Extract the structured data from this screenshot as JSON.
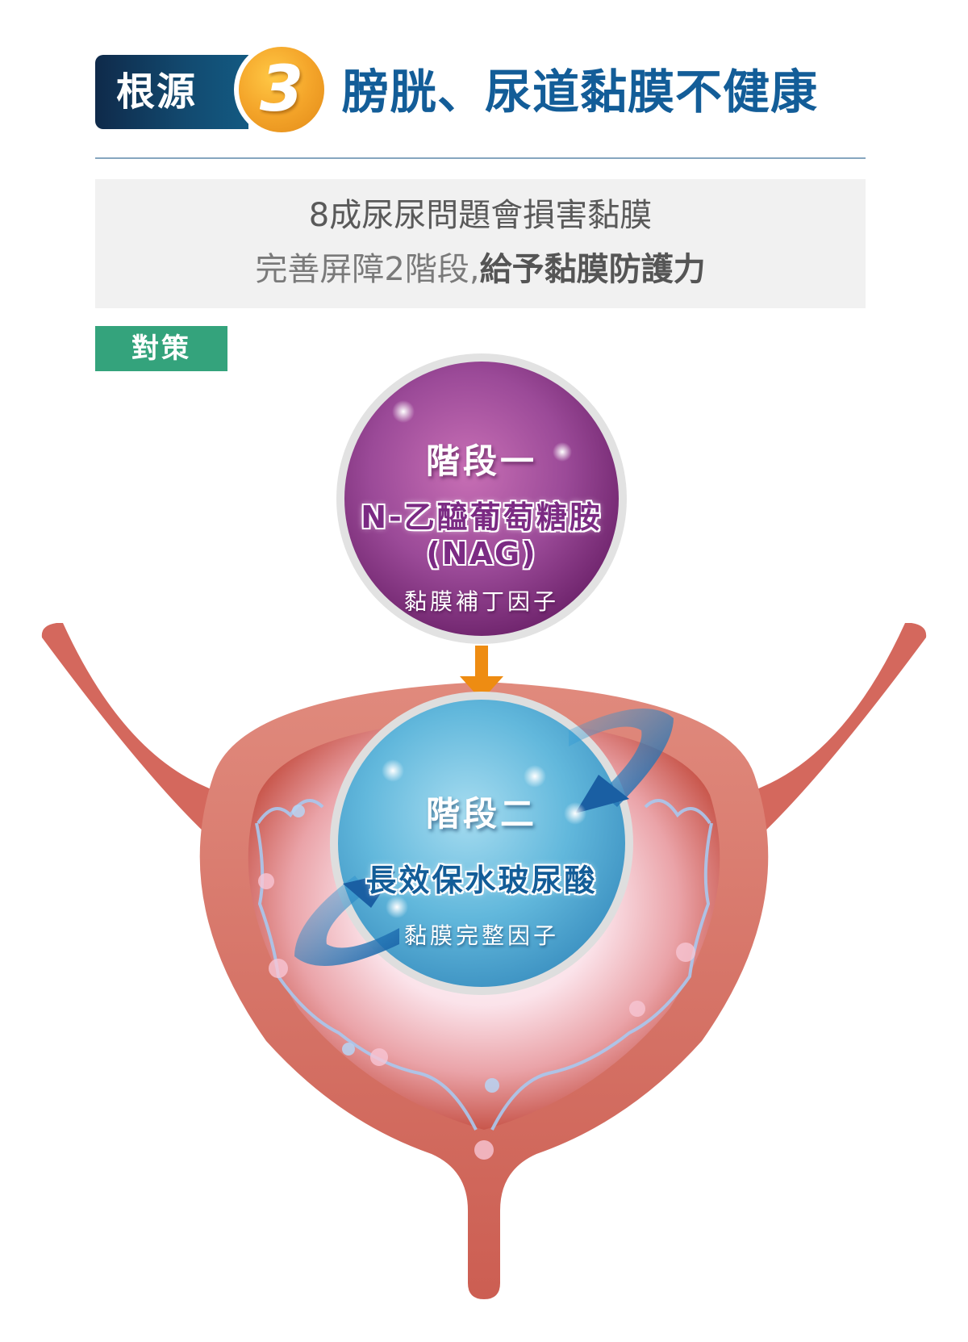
{
  "header": {
    "badge_label": "根源",
    "badge_number": "3",
    "title": "膀胱、尿道黏膜不健康"
  },
  "summary": {
    "line1": "8成尿尿問題會損害黏膜",
    "line2_light": "完善屏障2階段,",
    "line2_bold": "給予黏膜防護力"
  },
  "tag": {
    "label": "對策"
  },
  "stage1": {
    "title": "階段一",
    "name": "N-乙醯葡萄糖胺",
    "abbr": "(NAG)",
    "subtitle": "黏膜補丁因子",
    "color": "#8a3a8e"
  },
  "stage2": {
    "title": "階段二",
    "name": "長效保水玻尿酸",
    "subtitle": "黏膜完整因子",
    "color": "#5ab4d8"
  },
  "colors": {
    "header_blue": "#135d98",
    "badge_navy": "#0f2a4a",
    "number_orange": "#f4a52a",
    "tag_green": "#34a37c",
    "arrow_orange": "#ee8c12",
    "bladder_red": "#d4685d",
    "swirl_blue": "#1e72b6"
  }
}
